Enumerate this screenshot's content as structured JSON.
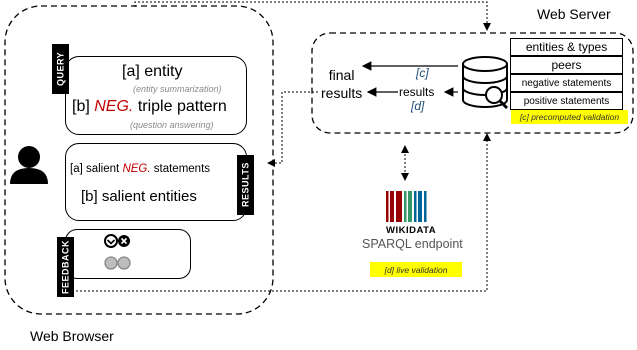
{
  "web_server_label": "Web Server",
  "web_browser_label": "Web Browser",
  "query": {
    "tab": "QUERY",
    "item_a_prefix": "[a]",
    "item_a_text": "entity",
    "item_a_sub": "(entity summarization)",
    "item_b_prefix": "[b]",
    "item_b_neg": "NEG.",
    "item_b_text": "triple pattern",
    "item_b_sub": "(question answering)"
  },
  "results": {
    "tab": "RESULTS",
    "item_a_prefix": "[a] salient",
    "item_a_neg": "NEG.",
    "item_a_text": "statements",
    "item_b": "[b] salient entities"
  },
  "feedback": {
    "tab": "FEEDBACK"
  },
  "server": {
    "final_results_line1": "final",
    "final_results_line2": "results",
    "c_label": "[c]",
    "results_label": "results",
    "d_label": "[d]",
    "side_items": [
      "entities & types",
      "peers",
      "negative statements",
      "positive statements"
    ],
    "c_note": "[c] precomputed validation"
  },
  "wikidata": {
    "name": "WIKIDATA",
    "endpoint": "SPARQL endpoint",
    "d_note": "[d] live validation"
  },
  "colors": {
    "neg": "#c00000",
    "highlight": "#ffff00",
    "bracket_blue": "#1f4e79"
  }
}
